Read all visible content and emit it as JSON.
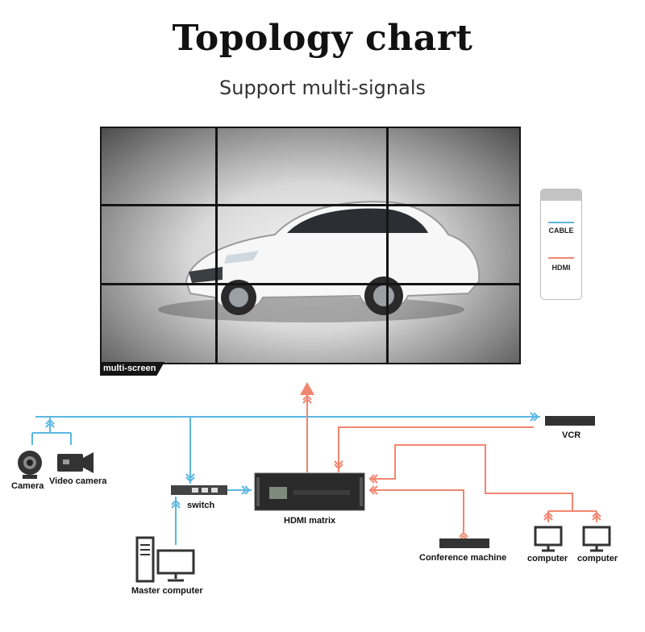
{
  "header": {
    "title": "Topology chart",
    "subtitle": "Support multi-signals"
  },
  "wall": {
    "tag": "multi-screen"
  },
  "legend": {
    "cable": "CABLE",
    "hdmi": "HDMI"
  },
  "devices": {
    "camera": "Camera",
    "video_camera": "Video camera",
    "switch": "switch",
    "hdmi_matrix": "HDMI matrix",
    "vcr": "VCR",
    "master_computer": "Master computer",
    "conference_machine": "Conference machine",
    "computer_1": "computer",
    "computer_2": "computer"
  },
  "colors": {
    "cable": "#5bb7e2",
    "hdmi": "#f2856f",
    "device": "#2a2a2a"
  }
}
